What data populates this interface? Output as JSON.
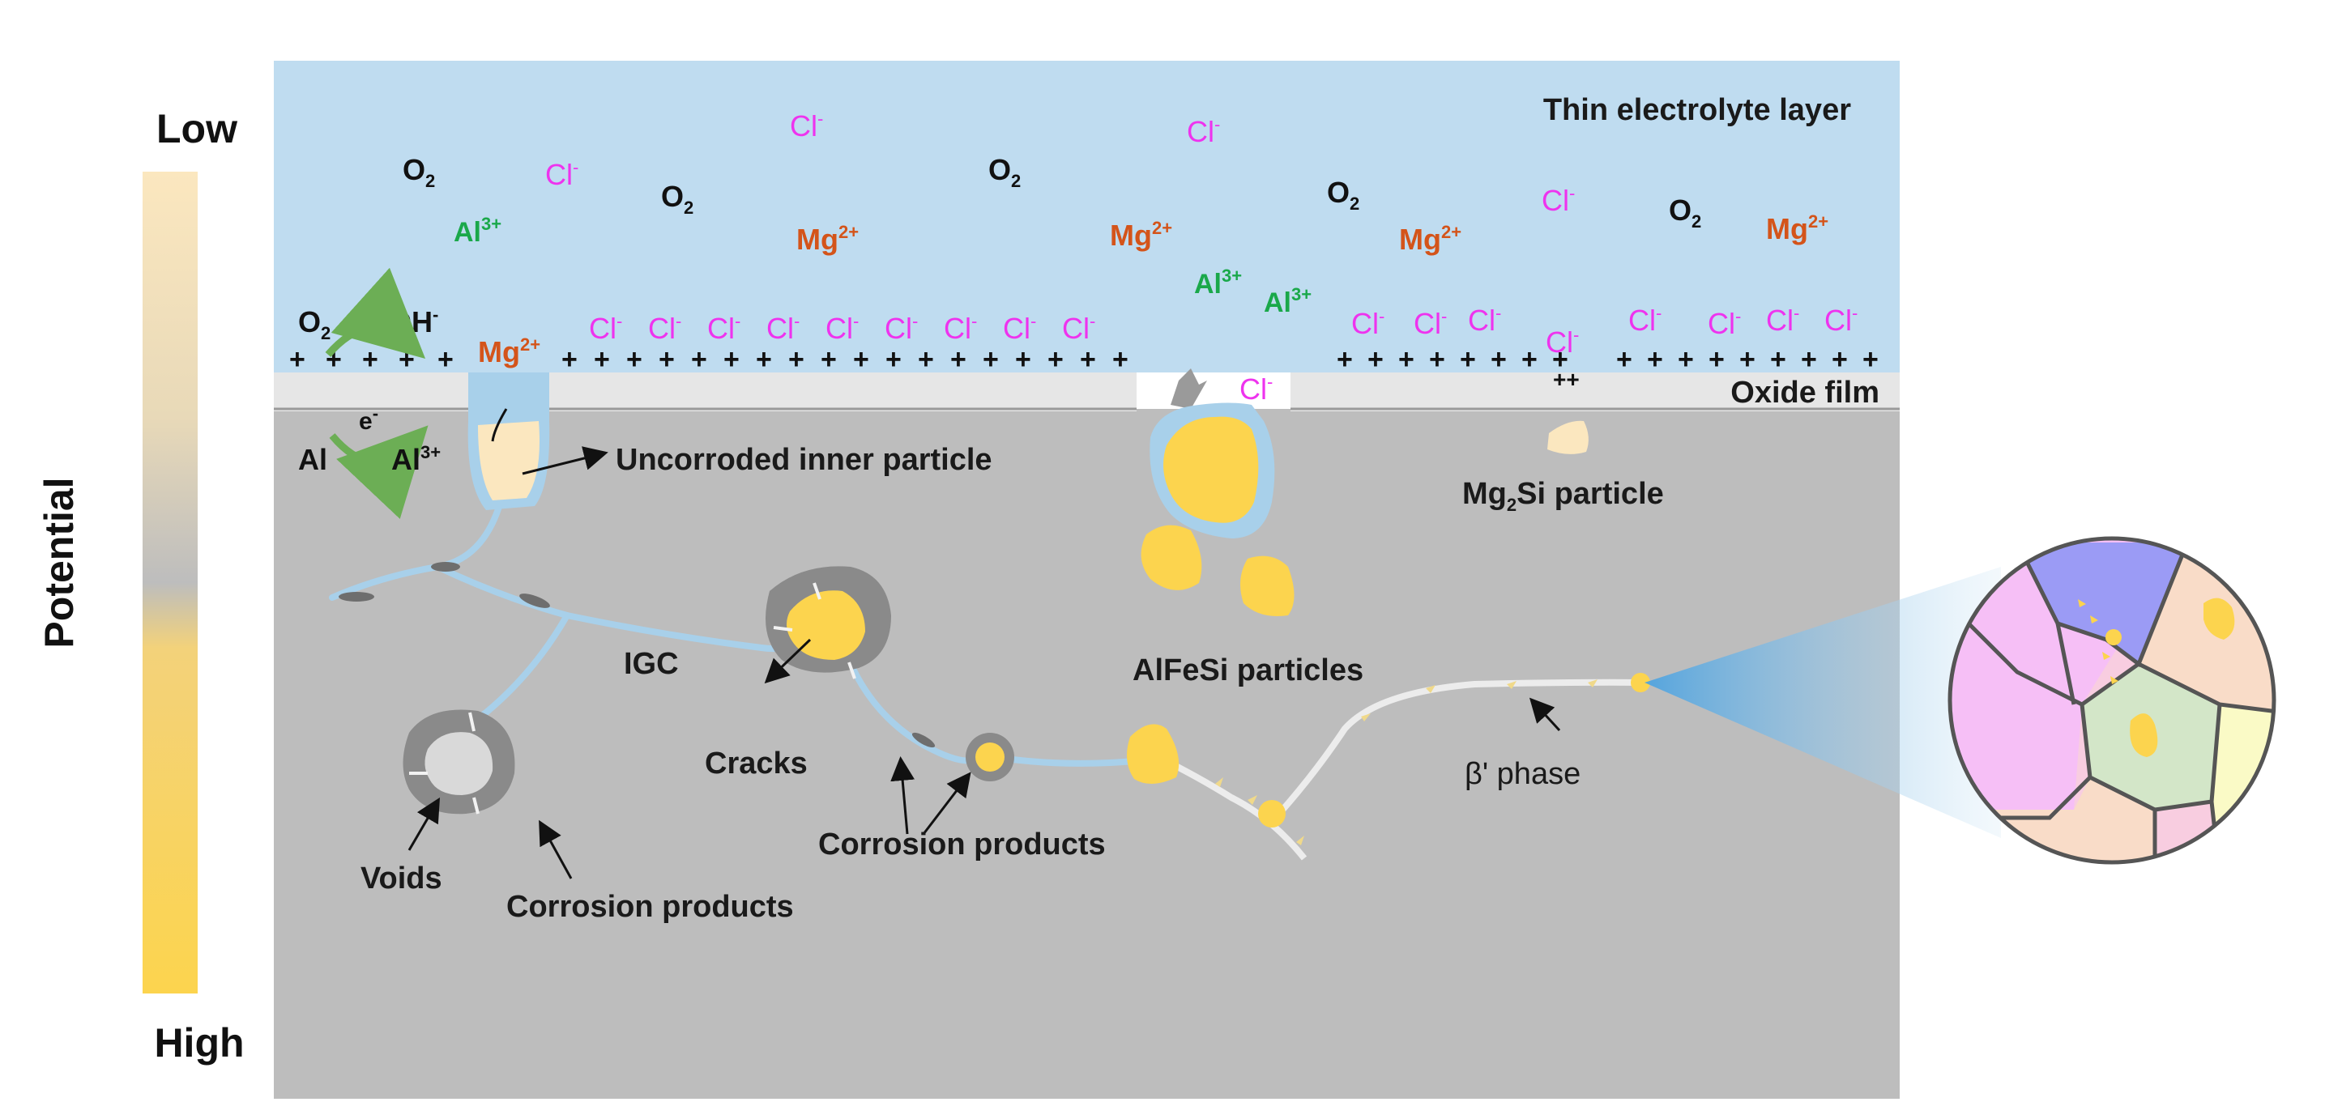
{
  "potential_scale": {
    "axis_label": "Potential",
    "low_label": "Low",
    "high_label": "High",
    "colors": {
      "low": "#fbe7bf",
      "mid": "#bdbdbd",
      "high": "#fcd44e"
    }
  },
  "regions": {
    "electrolyte_label": "Thin electrolyte layer",
    "oxide_label": "Oxide film"
  },
  "species": {
    "cl": {
      "base": "Cl",
      "charge": "-"
    },
    "o2": {
      "base": "O",
      "sub": "2"
    },
    "mg": {
      "base": "Mg",
      "charge": "2+"
    },
    "al": {
      "base": "Al",
      "charge": "3+"
    },
    "oh": {
      "base": "OH",
      "charge": "-"
    },
    "e": {
      "base": "e",
      "charge": "-"
    },
    "al_metal": "Al",
    "surface_charge": "+",
    "local_charge": "++"
  },
  "labels": {
    "uncorroded": "Uncorroded inner particle",
    "mg2si_base": "Mg",
    "mg2si_sub": "2",
    "mg2si_tail": "Si particle",
    "igc": "IGC",
    "cracks": "Cracks",
    "voids": "Voids",
    "corrosion_products_1": "Corrosion products",
    "corrosion_products_2": "Corrosion products",
    "alfesi": "AlFeSi particles",
    "beta_phase": "β' phase"
  },
  "colors": {
    "electrolyte": "#bfdcf0",
    "oxide": "#e6e6e6",
    "matrix": "#bdbdbd",
    "particle": "#fcd44e",
    "boundary": "#a8d0ea",
    "product": "#8a8a8a",
    "cl_ion": "#ee33ee",
    "mg_ion": "#d4541a",
    "al_ion": "#1aa84a"
  }
}
